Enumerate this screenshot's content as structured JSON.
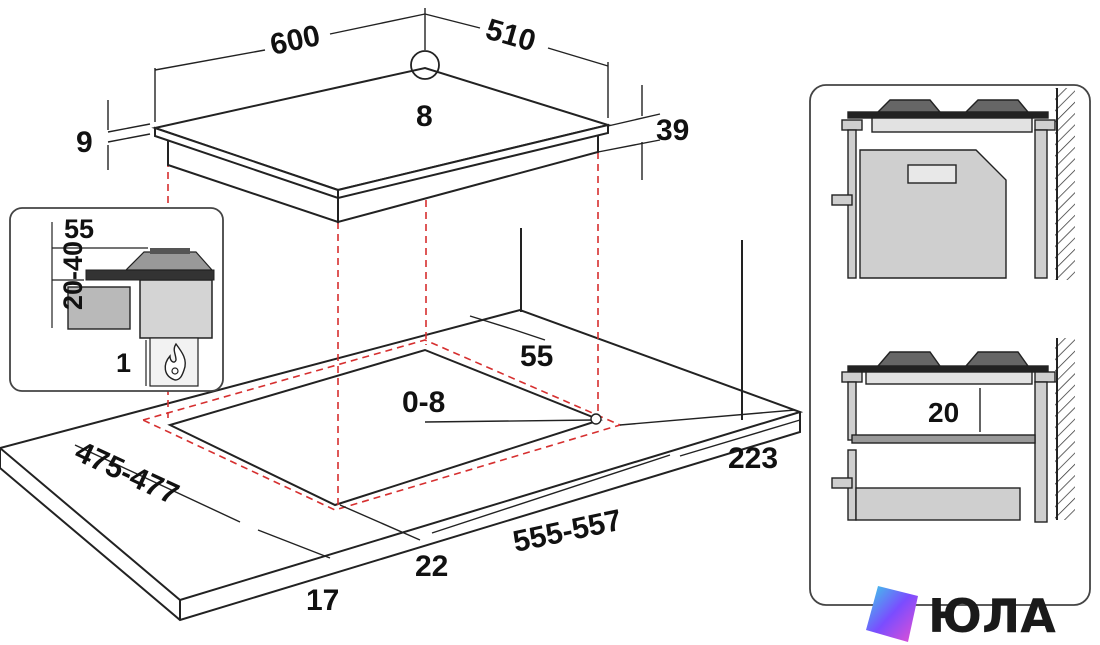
{
  "dimensions": {
    "width_top": "600",
    "depth_top": "510",
    "gas_inlet": "8",
    "glass_thickness": "9",
    "body_height": "39",
    "cutout_offset_rear": "55",
    "gas_pos": "0-8",
    "cutout_depth": "475-477",
    "cutout_width": "555-557",
    "side_offset": "223",
    "front_offset_a": "22",
    "front_offset_b": "17"
  },
  "inset_left": {
    "clearance_top": "55",
    "clearance_range": "20-40",
    "clearance_bottom": "1"
  },
  "inset_right": {
    "gap": "20"
  },
  "brand": {
    "name": "ЮЛА"
  },
  "colors": {
    "guide_red": "#d62f2f",
    "line": "#222222",
    "panel_gray": "#c9c9c9",
    "brand_gradient": [
      "#3ad1e8",
      "#7a4dff",
      "#e84fd1"
    ]
  }
}
